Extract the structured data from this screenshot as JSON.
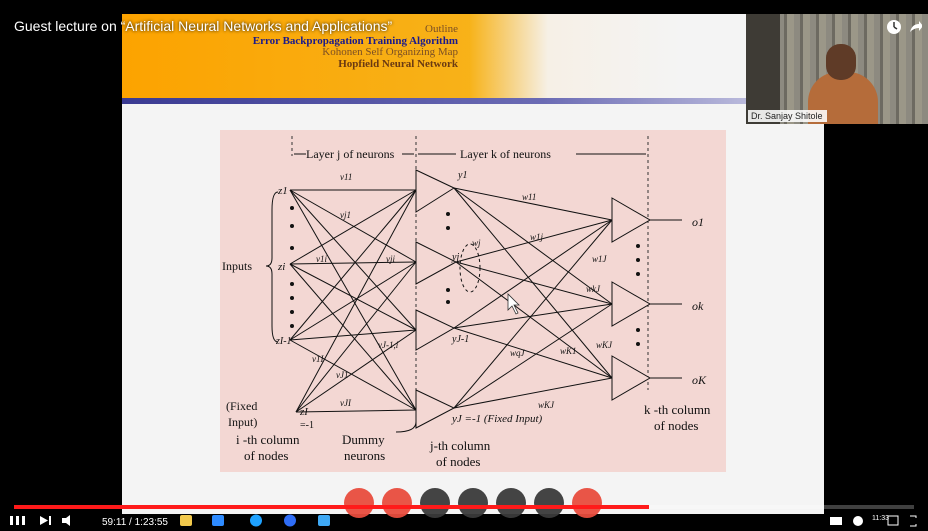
{
  "video": {
    "title": "Guest lecture on “Artificial Neural Networks and Applications”",
    "time_current": "59:11",
    "time_total": "1:23:55",
    "time_display": "59:11 / 1:23:55",
    "progress_fraction": 0.705,
    "colors": {
      "progress": "#ff1a1a"
    }
  },
  "slide": {
    "outline": [
      {
        "label": "Outline",
        "state": "muted"
      },
      {
        "label": "Error Backpropagation Training Algorithm",
        "state": "active"
      },
      {
        "label": "Kohonen Self Organizing Map",
        "state": "muted"
      },
      {
        "label": "Hopfield Neural Network",
        "state": "bold"
      }
    ],
    "colors": {
      "header": "#fca300",
      "rule": "#3a3a92",
      "figure_bg": "#f3d7d3"
    }
  },
  "figure": {
    "layer_j": "Layer j of neurons",
    "layer_k": "Layer k of neurons",
    "inputs": "Inputs",
    "z1": "z1",
    "zi": "zi",
    "zI1": "zI-1",
    "zI": "zI",
    "zI_val": "=-1",
    "fixed_input_left_1": "(Fixed",
    "fixed_input_left_2": "Input)",
    "col_i_1": "i -th column",
    "col_i_2": "of nodes",
    "dummy_1": "Dummy",
    "dummy_2": "neurons",
    "col_j_1": "j-th column",
    "col_j_2": "of nodes",
    "col_k_1": "k -th column",
    "col_k_2": "of nodes",
    "yJ_fixed": "yJ =-1 (Fixed Input)",
    "y1": "y1",
    "yj": "yj",
    "yJ1": "yJ-1",
    "o1": "o1",
    "ok": "ok",
    "oK": "oK",
    "v11": "v11",
    "vj1": "vj1",
    "v1i": "v1i",
    "vji": "vji",
    "vJ1i": "vJ-1,i",
    "v1I": "v1I",
    "vJ1": "vJ1",
    "vJI": "vJI",
    "w11": "w11",
    "w1j": "w1j",
    "wj": "wj",
    "w1J": "w1J",
    "wkJ": "wkJ",
    "wK1": "wK1",
    "wKJ": "wKJ",
    "wKJ2": "wKJ",
    "wqJ": "wqJ"
  },
  "webcam": {
    "name": "Dr. Sanjay Shitole"
  },
  "controls": {
    "icons": [
      "play-pause-icon",
      "next-icon",
      "volume-icon",
      "taskbar-icons",
      "settings-icon",
      "fullscreen-icon"
    ],
    "clock": "11:33"
  }
}
